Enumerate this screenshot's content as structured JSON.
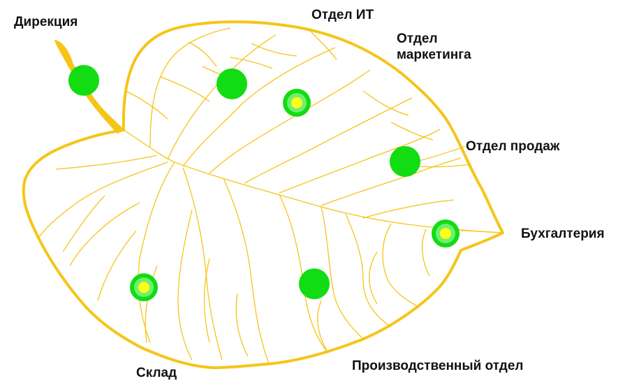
{
  "colors": {
    "leaf_outline": "#f5c518",
    "veins": "#f5c518",
    "dot_green": "#12dc12",
    "dot_halo": "#6ef06e",
    "dot_center": "#ffff1a",
    "text": "#111111"
  },
  "labels": {
    "direction": "Дирекция",
    "it": "Отдел ИТ",
    "marketing": "Отдел\nмаркетинга",
    "sales": "Отдел продаж",
    "accounting": "Бухгалтерия",
    "production": "Производственный отдел",
    "warehouse": "Склад"
  },
  "nodes": [
    {
      "id": "direction",
      "style": "solid"
    },
    {
      "id": "it",
      "style": "solid"
    },
    {
      "id": "marketing",
      "style": "ring"
    },
    {
      "id": "sales",
      "style": "solid"
    },
    {
      "id": "accounting",
      "style": "ring"
    },
    {
      "id": "production",
      "style": "solid"
    },
    {
      "id": "warehouse",
      "style": "ring"
    }
  ]
}
